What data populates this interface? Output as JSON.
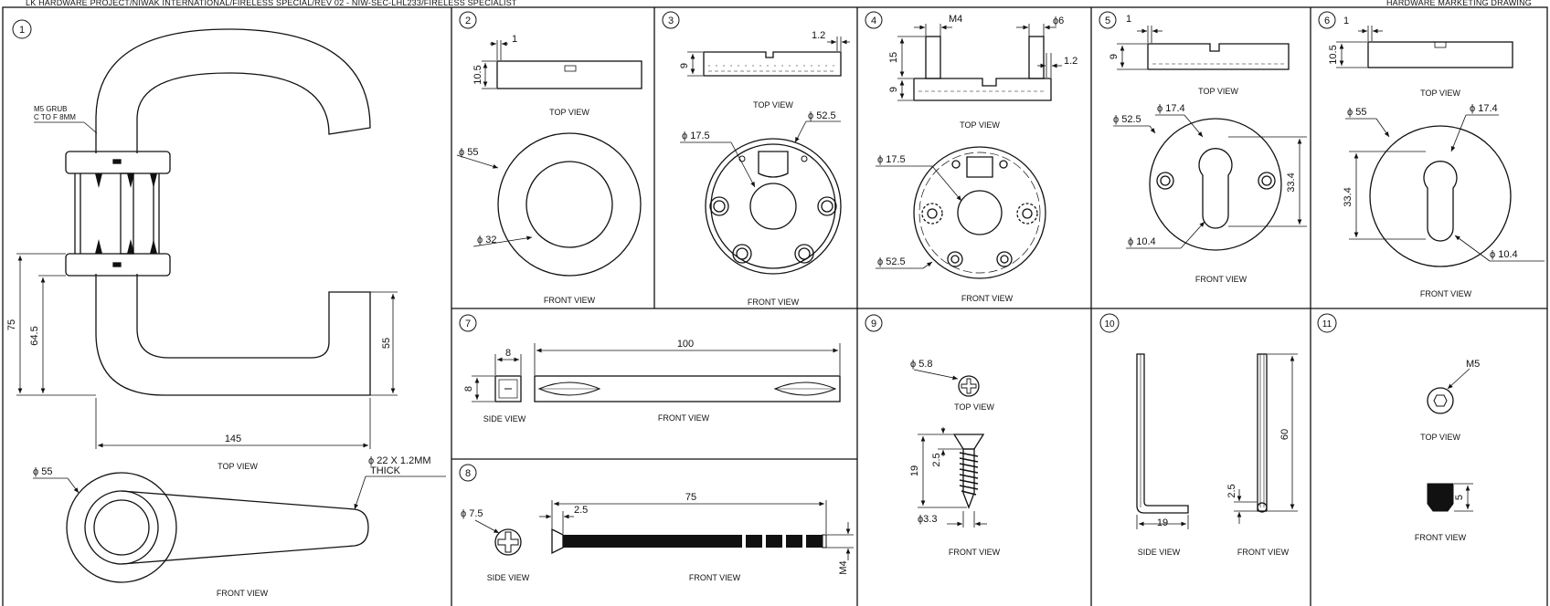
{
  "header": {
    "left": "LK HARDWARE PROJECT/NIWAK INTERNATIONAL/FIRELESS SPECIAL/REV 02 - NIW-SEC-LHL233/FIRELESS SPECIALIST",
    "right": "HARDWARE MARKETING DRAWING"
  },
  "panels": {
    "p1": {
      "num": "1",
      "grub_note": [
        "M5 GRUB",
        "C TO F 8MM"
      ],
      "dims": {
        "d75": "75",
        "d64": "64.5",
        "d55": "55",
        "d145": "145",
        "dia55": "55",
        "tube": "22 X 1.2MM",
        "thick": "THICK"
      },
      "top_view": "TOP VIEW",
      "front_view": "FRONT VIEW"
    },
    "p2": {
      "num": "2",
      "dims": {
        "d1": "1",
        "d10": "10.5",
        "dia55": "55",
        "dia32": "32"
      },
      "top_view": "TOP VIEW",
      "front_view": "FRONT VIEW"
    },
    "p3": {
      "num": "3",
      "dims": {
        "d12": "1.2",
        "d9": "9",
        "dia17": "17.5",
        "dia52": "52.5"
      },
      "top_view": "TOP VIEW",
      "front_view": "FRONT VIEW"
    },
    "p4": {
      "num": "4",
      "dims": {
        "m4": "M4",
        "dia6": "6",
        "d15": "15",
        "d9": "9",
        "d12": "1.2",
        "dia17": "17.5",
        "dia52": "52.5"
      },
      "top_view": "TOP VIEW",
      "front_view": "FRONT VIEW"
    },
    "p5": {
      "num": "5",
      "dims": {
        "d1": "1",
        "d9": "9",
        "dia52": "52.5",
        "dia17": "17.4",
        "d33": "33.4",
        "dia10": "10.4"
      },
      "top_view": "TOP VIEW",
      "front_view": "FRONT VIEW"
    },
    "p6": {
      "num": "6",
      "dims": {
        "d1": "1",
        "d10": "10.5",
        "dia55": "55",
        "dia17": "17.4",
        "d33": "33.4",
        "dia10": "10.4"
      },
      "top_view": "TOP VIEW",
      "front_view": "FRONT VIEW"
    },
    "p7": {
      "num": "7",
      "dims": {
        "d8a": "8",
        "d8b": "8",
        "d100": "100"
      },
      "side_view": "SIDE VIEW",
      "front_view": "FRONT VIEW"
    },
    "p8": {
      "num": "8",
      "dims": {
        "dia7": "7.5",
        "d25": "2.5",
        "d75": "75",
        "m4": "M4"
      },
      "side_view": "SIDE VIEW",
      "front_view": "FRONT VIEW"
    },
    "p9": {
      "num": "9",
      "dims": {
        "dia58": "5.8",
        "d19": "19",
        "d25": "2.5",
        "dia33": "3.3"
      },
      "top_view": "TOP VIEW",
      "front_view": "FRONT VIEW"
    },
    "p10": {
      "num": "10",
      "dims": {
        "d19": "19",
        "d60": "60",
        "d25": "2.5"
      },
      "side_view": "SIDE VIEW",
      "front_view": "FRONT VIEW"
    },
    "p11": {
      "num": "11",
      "dims": {
        "m5": "M5",
        "d5": "5"
      },
      "top_view": "TOP VIEW",
      "front_view": "FRONT VIEW"
    }
  },
  "symbols": {
    "diameter": "ϕ"
  }
}
